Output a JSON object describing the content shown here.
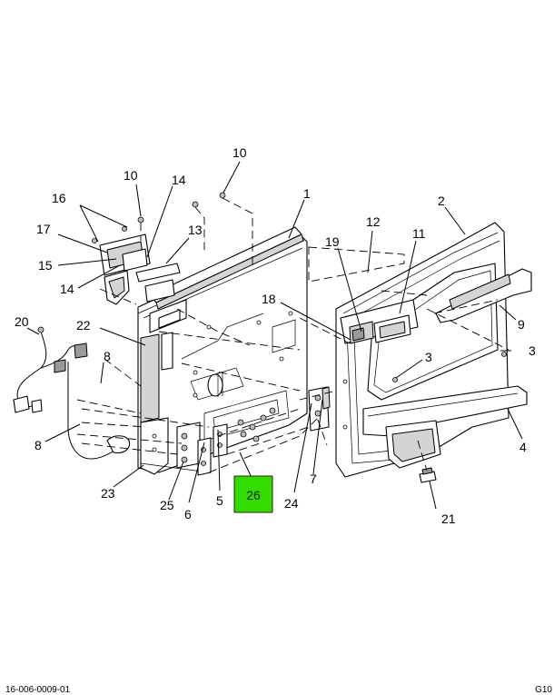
{
  "diagram": {
    "callouts": [
      {
        "id": "1",
        "text": "1"
      },
      {
        "id": "2",
        "text": "2"
      },
      {
        "id": "3a",
        "text": "3"
      },
      {
        "id": "3b",
        "text": "3"
      },
      {
        "id": "4",
        "text": "4"
      },
      {
        "id": "5",
        "text": "5"
      },
      {
        "id": "6",
        "text": "6"
      },
      {
        "id": "7",
        "text": "7"
      },
      {
        "id": "8a",
        "text": "8"
      },
      {
        "id": "8b",
        "text": "8"
      },
      {
        "id": "9",
        "text": "9"
      },
      {
        "id": "10a",
        "text": "10"
      },
      {
        "id": "10b",
        "text": "10"
      },
      {
        "id": "11",
        "text": "11"
      },
      {
        "id": "12",
        "text": "12"
      },
      {
        "id": "13",
        "text": "13"
      },
      {
        "id": "14a",
        "text": "14"
      },
      {
        "id": "14b",
        "text": "14"
      },
      {
        "id": "15",
        "text": "15"
      },
      {
        "id": "16",
        "text": "16"
      },
      {
        "id": "17",
        "text": "17"
      },
      {
        "id": "18",
        "text": "18"
      },
      {
        "id": "19",
        "text": "19"
      },
      {
        "id": "20",
        "text": "20"
      },
      {
        "id": "21",
        "text": "21"
      },
      {
        "id": "22",
        "text": "22"
      },
      {
        "id": "23",
        "text": "23"
      },
      {
        "id": "24",
        "text": "24"
      },
      {
        "id": "25",
        "text": "25"
      }
    ],
    "highlighted": {
      "text": "26",
      "fill": "#33dd00",
      "text_color": "#1a1a1a"
    }
  },
  "footer": {
    "left": "16-006-0009-01",
    "right": "G10"
  }
}
